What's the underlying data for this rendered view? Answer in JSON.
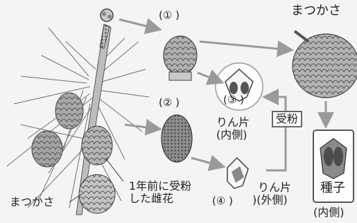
{
  "labels": {
    "blank1": "(① )",
    "blank2": "(② )",
    "blank3": "(③ )",
    "blank4": "(④ )",
    "cone_top": "まつかさ",
    "cone_bottom": "まつかさ",
    "scale_inner_line1": "りん片",
    "scale_inner_line2": "(内側)",
    "scale_outer_line1": "りん片",
    "scale_outer_line2": ")(外側)",
    "pollination": "受粉",
    "seed_title": "種子",
    "seed_side": "(内側)",
    "last_year_line1": "1年前に受粉",
    "last_year_line2": "した雌花"
  },
  "colors": {
    "arrow": "#9a9a9a",
    "ink": "#333333",
    "seed_box_border": "#555555"
  },
  "icons": [
    "pine-branch-illustration",
    "female-flower-icon",
    "male-flower-icon",
    "pine-cone-icon",
    "scale-inner-icon",
    "scale-outer-icon",
    "seed-scale-icon"
  ]
}
